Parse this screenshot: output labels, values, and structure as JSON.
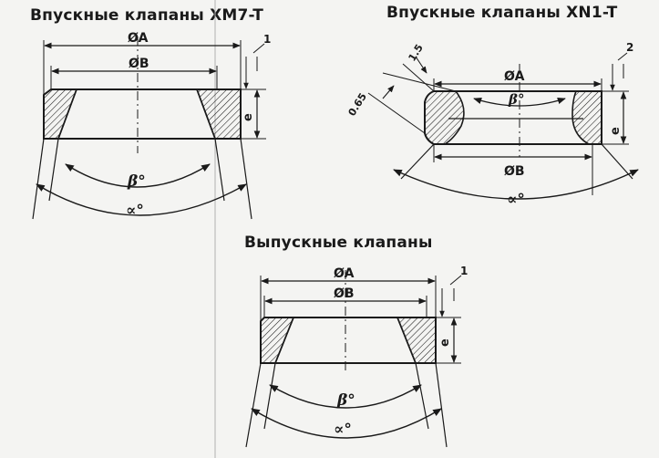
{
  "titles": {
    "intake_xm7t": "Впускные клапаны XM7-T",
    "intake_xn1t": "Впускные клапаны XN1-T",
    "exhaust": "Выпускные клапаны"
  },
  "labels": {
    "dia_a": "ØA",
    "dia_b": "ØB",
    "height_e": "e",
    "angle_beta": "β°",
    "angle_alpha": "∝°",
    "chamfer_1": "1",
    "chamfer_2": "2",
    "dim_1_5": "1.5",
    "dim_0_65": "0.65"
  },
  "colors": {
    "ink": "#1a1a1a",
    "paper": "#f4f4f2"
  }
}
